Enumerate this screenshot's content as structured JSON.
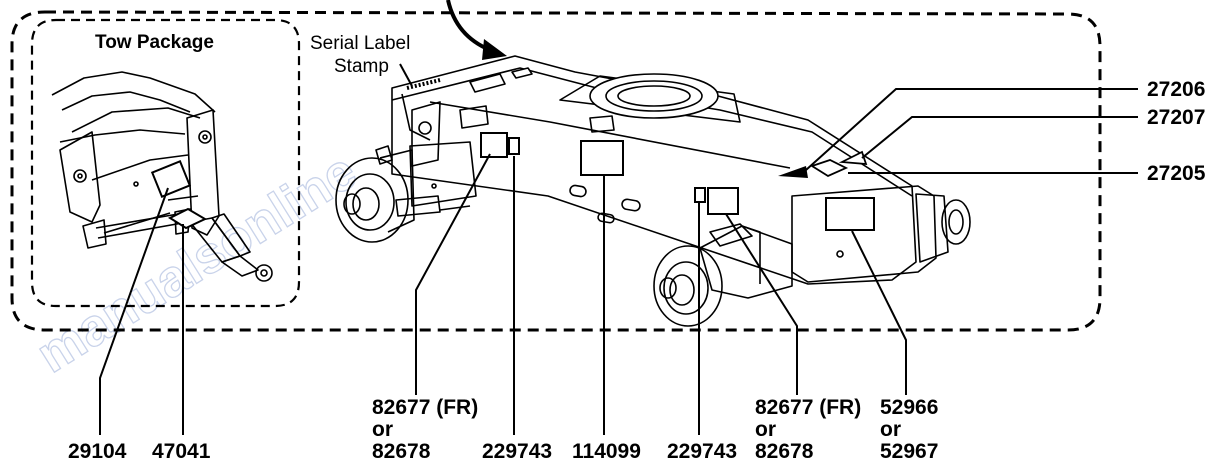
{
  "watermark": "manualsonline",
  "inset": {
    "title": "Tow Package"
  },
  "callouts": {
    "serial_label_line1": "Serial Label",
    "serial_label_line2": "Stamp",
    "r27206": "27206",
    "r27207": "27207",
    "r27205": "27205",
    "b29104": "29104",
    "b47041": "47041",
    "left_decal": {
      "line1": "82677 (FR)",
      "line2": "or",
      "line3": "82678"
    },
    "b229743_left": "229743",
    "b114099": "114099",
    "b229743_right": "229743",
    "right_decal": {
      "line1": "82677 (FR)",
      "line2": "or",
      "line3": "82678"
    },
    "b52966": {
      "line1": "52966",
      "line2": "or",
      "line3": "52967"
    }
  },
  "colors": {
    "ink": "#000000",
    "watermark": "#c9d3ea"
  }
}
